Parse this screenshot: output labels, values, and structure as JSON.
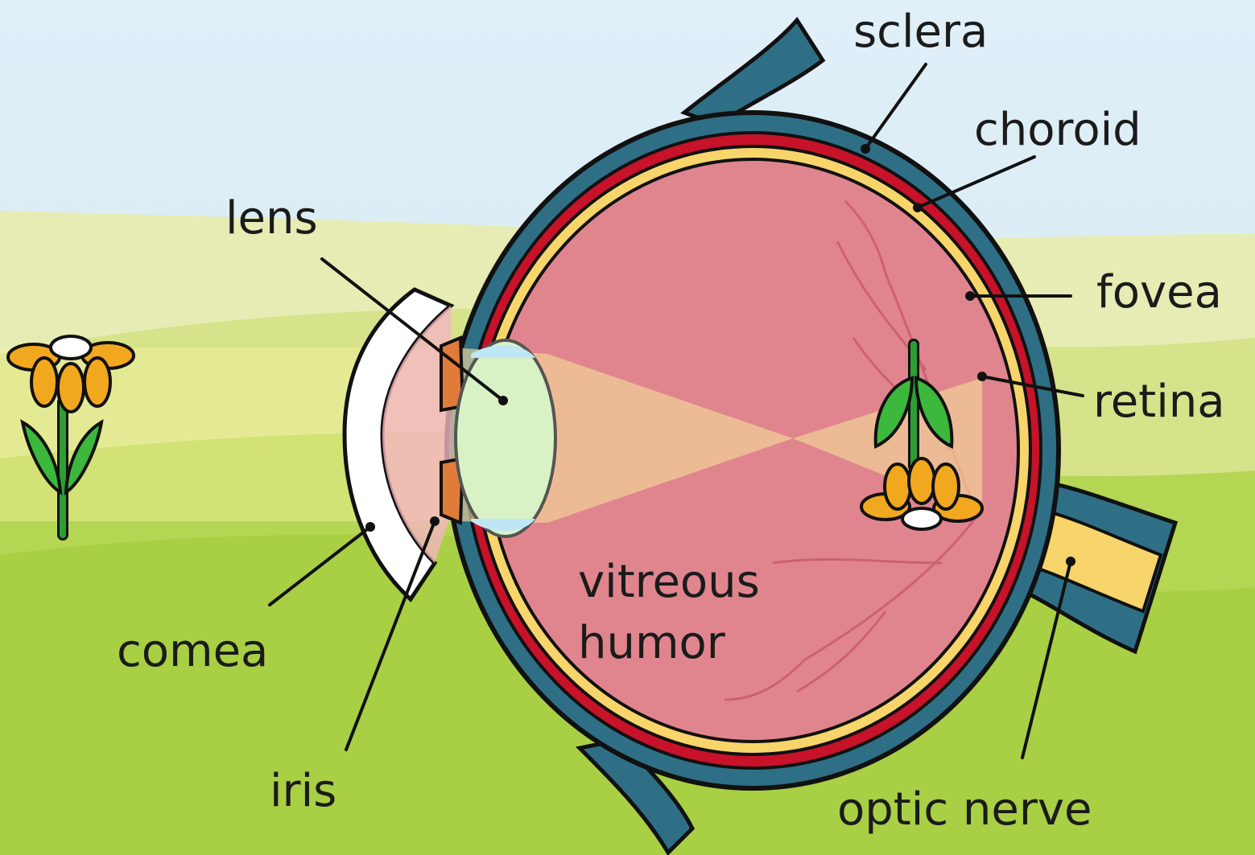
{
  "labels": {
    "sclera": "sclera",
    "choroid": "choroid",
    "lens": "lens",
    "fovea": "fovea",
    "retina": "retina",
    "vitreous_line1": "vitreous",
    "vitreous_line2": "humor",
    "cornea": "comea",
    "iris": "iris",
    "optic_nerve": "optic nerve"
  },
  "colors": {
    "sky": "#dcedf6",
    "grass_light": "#d6e38a",
    "grass": "#a9cf45",
    "sclera": "#2f6f86",
    "choroid": "#c7122a",
    "retina": "#f8d56a",
    "vitreous": "#e0858e",
    "lens": "#d8f2c6",
    "light_beam": "#f3d89a",
    "petal": "#f2a81e",
    "stem": "#2f9e32"
  },
  "icons": [
    "flower-icon",
    "inverted-flower-image-icon"
  ]
}
